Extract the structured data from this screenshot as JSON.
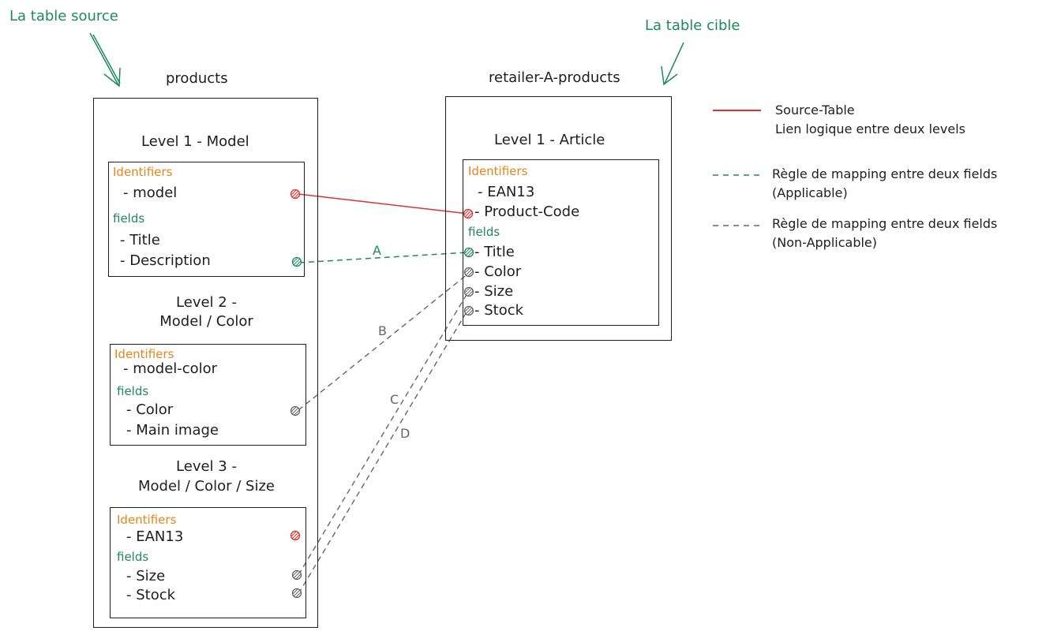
{
  "annotations": {
    "source_label": "La table source",
    "target_label": "La table cible"
  },
  "source_table": {
    "name": "products",
    "level1": {
      "title": "Level 1 - Model",
      "identifiers_label": "Identifiers",
      "identifiers": [
        "- model"
      ],
      "fields_label": "fields",
      "fields": [
        "- Title",
        "- Description"
      ]
    },
    "level2": {
      "title_line1": "Level 2 -",
      "title_line2": "Model / Color",
      "identifiers_label": "Identifiers",
      "identifiers": [
        "- model-color"
      ],
      "fields_label": "fields",
      "fields": [
        "- Color",
        "- Main image"
      ]
    },
    "level3": {
      "title_line1": "Level 3 -",
      "title_line2": "Model / Color / Size",
      "identifiers_label": "Identifiers",
      "identifiers": [
        "- EAN13"
      ],
      "fields_label": "fields",
      "fields": [
        "- Size",
        "- Stock"
      ]
    }
  },
  "target_table": {
    "name": "retailer-A-products",
    "level1": {
      "title": "Level 1 - Article",
      "identifiers_label": "Identifiers",
      "identifiers": [
        "- EAN13",
        "- Product-Code"
      ],
      "fields_label": "fields",
      "fields": [
        "- Title",
        "- Color",
        "- Size",
        "- Stock"
      ]
    }
  },
  "mapping_labels": {
    "a": "A",
    "b": "B",
    "c": "C",
    "d": "D"
  },
  "legend": {
    "source_table_line1": "Source-Table",
    "source_table_line2": "Lien logique entre deux levels",
    "applicable_line1": "Règle de mapping entre deux fields",
    "applicable_line2": "(Applicable)",
    "non_applicable_line1": "Règle de mapping entre deux fields",
    "non_applicable_line2": "(Non-Applicable)"
  },
  "colors": {
    "red": "#e03131",
    "green": "#1f8a5b",
    "grey": "#666666",
    "orange": "#e8841a"
  }
}
